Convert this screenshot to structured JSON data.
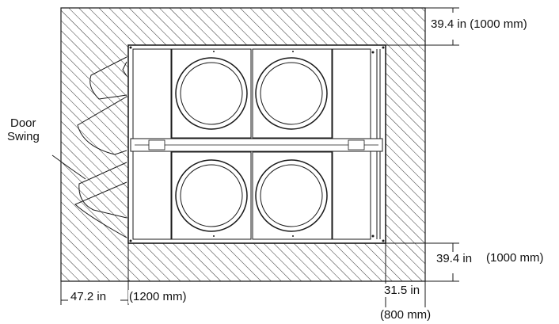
{
  "door_label_line1": "Door",
  "door_label_line2": "Swing",
  "dim_top": "39.4 in (1000 mm)",
  "dim_bottom_in": "39.4 in",
  "dim_bottom_mm": "(1000 mm)",
  "dim_left_in": "47.2 in",
  "dim_left_mm": "(1200 mm)",
  "dim_right_in": "31.5 in",
  "dim_right_mm": "(800 mm)",
  "colors": {
    "line": "#1a1a1a",
    "hatch": "#333333",
    "panel": "#ffffff"
  }
}
